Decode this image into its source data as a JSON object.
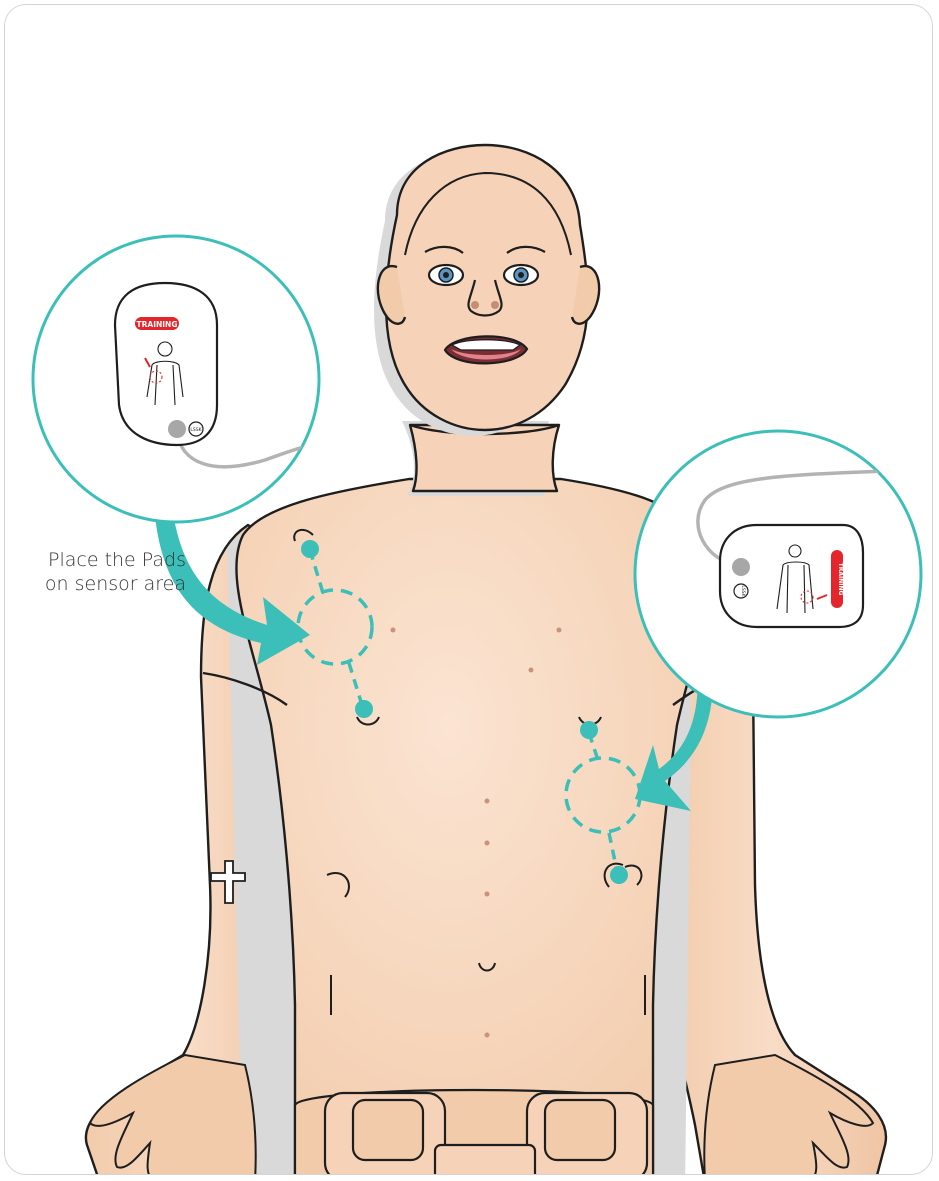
{
  "caption": {
    "line1": "Place the Pads",
    "line2": "on sensor area"
  },
  "pad_left": {
    "badge_label": "TRAINING",
    "corner_label": "LSSK"
  },
  "pad_right": {
    "badge_label": "TRAINING",
    "corner_label": "LSSK"
  },
  "colors": {
    "accent": "#3cbfb8",
    "skin": "#f7d6bd",
    "skin_shadow": "#efc2a2",
    "outline": "#1e1e1e",
    "badge": "#e2262b",
    "eye_iris": "#5b95c4",
    "mouth": "#c2626b"
  },
  "icons": [
    "arrow-right-icon",
    "arrow-left-icon",
    "pad-callout-icon"
  ]
}
